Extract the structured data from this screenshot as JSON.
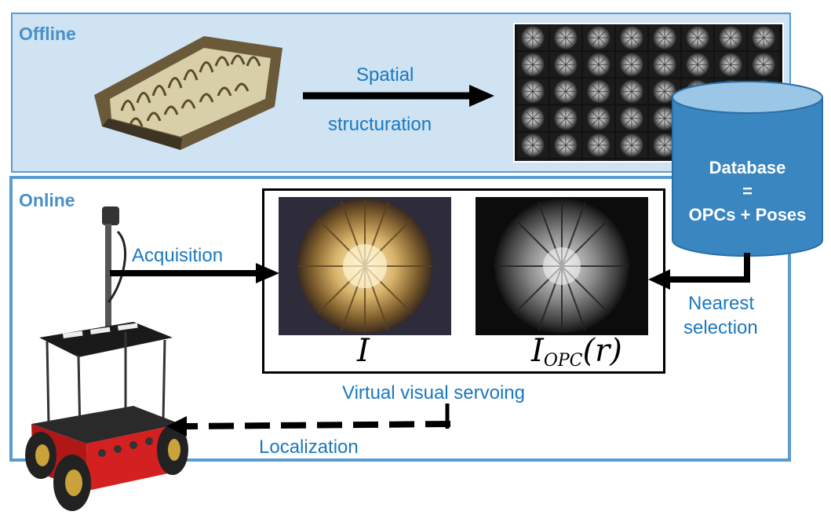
{
  "offline": {
    "label": "Offline",
    "arrow_line1": "Spatial",
    "arrow_line2": "structuration"
  },
  "database": {
    "line1": "Database",
    "line2": "=",
    "line3": "OPCs + Poses"
  },
  "online": {
    "label": "Online",
    "acquisition": "Acquisition",
    "nearest_line1": "Nearest",
    "nearest_line2": "selection",
    "servoing": "Virtual visual servoing",
    "localization": "Localization"
  },
  "images": {
    "captured_label": "I",
    "opc_label_main": "I",
    "opc_label_sub": "OPC",
    "opc_label_arg": "(r)"
  },
  "colors": {
    "panel_border": "#5a9bd0",
    "offline_bg": "#cfe3f3",
    "text_blue": "#1a78c0",
    "db_blue": "#3a86c0"
  }
}
